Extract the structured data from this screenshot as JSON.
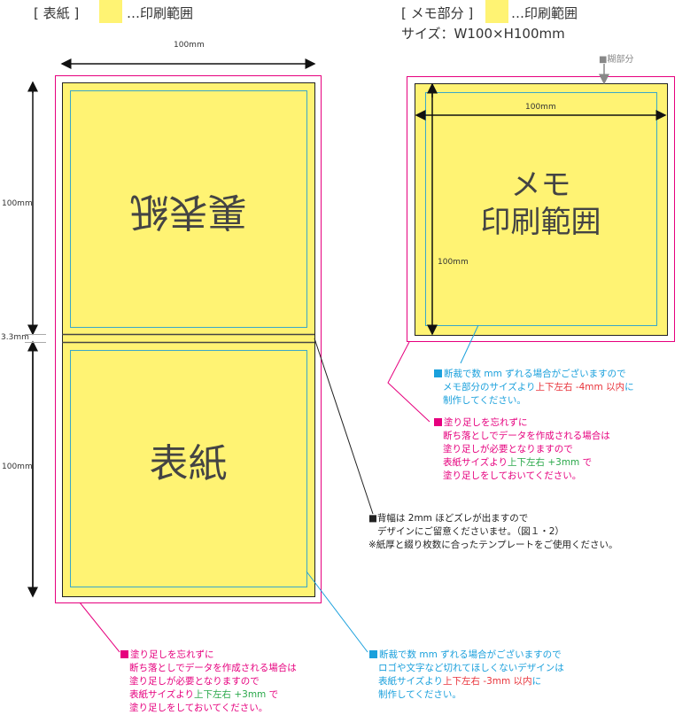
{
  "cover_header": {
    "title": "[ 表紙 ]",
    "legend": "…印刷範囲"
  },
  "memo_header": {
    "title": "[ メモ部分 ]",
    "legend": "…印刷範囲",
    "size": "サイズ：W100×H100mm"
  },
  "cover": {
    "width_label": "100mm",
    "top_height_label": "100mm",
    "spine_label": "3.3mm",
    "bottom_height_label": "100mm",
    "back_text": "裏表紙",
    "front_text": "表紙"
  },
  "memo": {
    "glue_label": "■糊部分",
    "width_label": "100mm",
    "height_label": "100mm",
    "text_line1": "メモ",
    "text_line2": "印刷範囲"
  },
  "notes": {
    "memo_trim": {
      "l1": "断裁で数 mm ずれる場合がございますので",
      "l2a": "メモ部分のサイズより",
      "l2b": "上下左右 -4mm 以内",
      "l2c": "に",
      "l3": "制作してください。"
    },
    "memo_bleed": {
      "l1": "塗り足しを忘れずに",
      "l2": "断ち落としでデータを作成される場合は",
      "l3": "塗り足しが必要となりますので",
      "l4a": "表紙サイズより",
      "l4b": "上下左右 +3mm",
      "l4c": " で",
      "l5": "塗り足しをしておいてください。"
    },
    "spine": {
      "l1": "■背幅は 2mm ほどズレが出ますので",
      "l2": "デザインにご留意くださいませ。（図１・2）",
      "l3": "※紙厚と綴り枚数に合ったテンプレートをご使用ください。"
    },
    "cover_bleed": {
      "l1": "塗り足しを忘れずに",
      "l2": "断ち落としでデータを作成される場合は",
      "l3": "塗り足しが必要となりますので",
      "l4a": "表紙サイズより",
      "l4b": "上下左右 +3mm",
      "l4c": " で",
      "l5": "塗り足しをしておいてください。"
    },
    "cover_trim": {
      "l1": "断裁で数 mm ずれる場合がございますので",
      "l2": "ロゴや文字など切れてほしくないデザインは",
      "l3a": "表紙サイズより",
      "l3b": "上下左右 -3mm 以内",
      "l3c": "に",
      "l4": "制作してください。"
    }
  },
  "colors": {
    "print_area": "#fff373",
    "bleed": "#e6007e",
    "trim_safe": "#1aa0dc",
    "trim": "#222222"
  }
}
